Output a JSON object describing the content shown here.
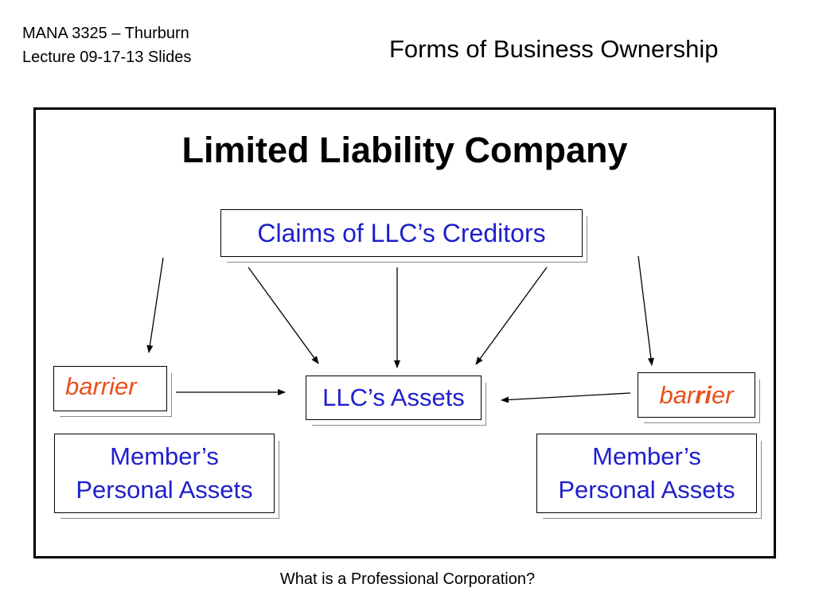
{
  "header": {
    "course_line1": "MANA 3325 – Thurburn",
    "course_line2": "Lecture 09-17-13 Slides",
    "slide_title": "Forms of Business Ownership"
  },
  "diagram": {
    "heading": "Limited Liability Company",
    "creditors": "Claims of LLC’s Creditors",
    "llc_assets": "LLC’s Assets",
    "barrier_left": "barrier",
    "barrier_right": {
      "part1": "bar",
      "part2": "ri",
      "part3": "er"
    },
    "member_left": {
      "line1": "Member’s",
      "line2": "Personal Assets"
    },
    "member_right": {
      "line1": "Member’s",
      "line2": "Personal Assets"
    }
  },
  "footer": "What is a Professional Corporation?",
  "colors": {
    "box_text": "#1f1fcc",
    "barrier_text": "#e8501c",
    "frame": "#000000",
    "shadow": "#8a8a8a"
  }
}
